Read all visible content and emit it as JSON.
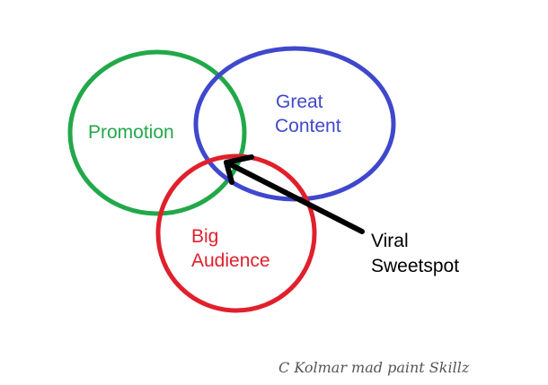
{
  "circles": [
    {
      "label": "Promotion",
      "color": "#22a84a"
    },
    {
      "label_lines": [
        "Great",
        "Content"
      ],
      "color": "#3f48cc"
    },
    {
      "label_lines": [
        "Big",
        "Audience"
      ],
      "color": "#e0202c"
    }
  ],
  "arrow": {
    "label_lines": [
      "Viral",
      "Sweetspot"
    ],
    "color": "#000000"
  },
  "signature": "C Kolmar mad paint Skillz"
}
